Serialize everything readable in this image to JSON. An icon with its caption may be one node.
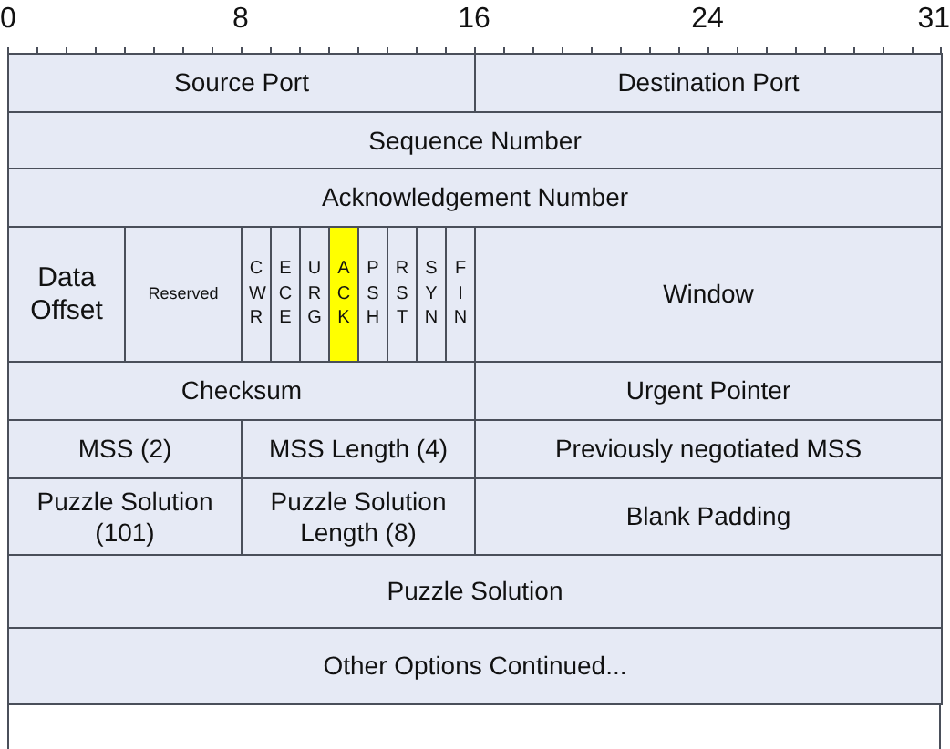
{
  "diagram": {
    "nodes": [
      {
        "text": [
          "Source Port"
        ]
      },
      {
        "text": [
          "Destination Port"
        ]
      },
      {
        "text": [
          "Sequence Number"
        ]
      },
      {
        "text": [
          "Acknowledgement Number"
        ]
      },
      {
        "text": [
          "Data Offset"
        ]
      },
      {
        "text": [
          "Reserved"
        ]
      },
      {
        "text": [
          "C W R"
        ]
      },
      {
        "text": [
          "E C E"
        ]
      },
      {
        "text": [
          "U R G"
        ]
      },
      {
        "text": [
          "A C K"
        ]
      },
      {
        "text": [
          "P S H"
        ]
      },
      {
        "text": [
          "R S T"
        ]
      },
      {
        "text": [
          "S Y N"
        ]
      },
      {
        "text": [
          "F I N"
        ]
      },
      {
        "text": [
          "Window"
        ]
      },
      {
        "text": [
          "Checksum"
        ]
      },
      {
        "text": [
          "Urgent Pointer"
        ]
      },
      {
        "text": [
          "MSS (2)"
        ]
      },
      {
        "text": [
          "MSS Length (4)"
        ]
      },
      {
        "text": [
          "Previously negotiated MSS"
        ]
      },
      {
        "text": [
          "Puzzle Solution (101)"
        ]
      },
      {
        "text": [
          "Puzzle Solution Length (8)"
        ]
      },
      {
        "text": [
          "Blank Padding"
        ]
      },
      {
        "text": [
          "Puzzle Solution"
        ]
      },
      {
        "text": [
          "Other Options Continued..."
        ]
      }
    ],
    "labels": [
      "0",
      "8",
      "16",
      "24",
      "31"
    ]
  }
}
